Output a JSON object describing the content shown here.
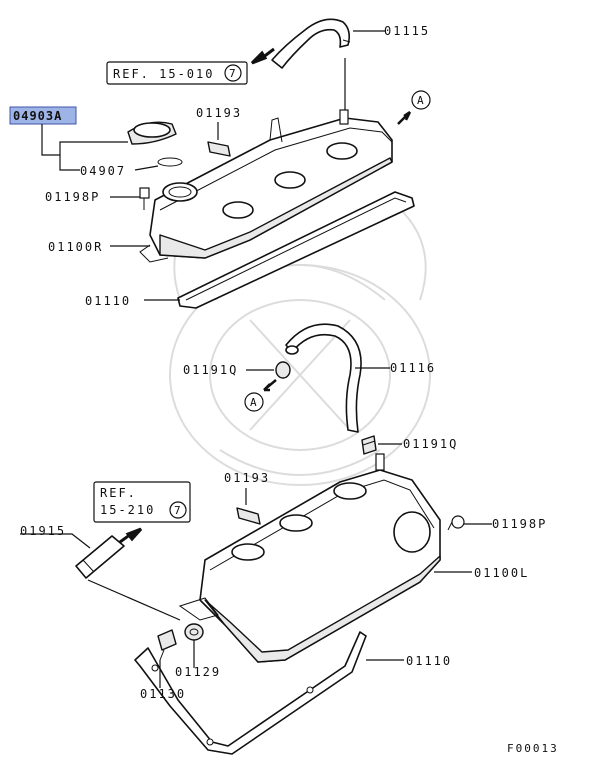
{
  "highlight_label": "04903A",
  "labels": {
    "p01115": "01115",
    "p01193_top": "01193",
    "p04907": "04907",
    "p01198p_top": "01198P",
    "p01100r": "01100R",
    "p01110_top": "01110",
    "p01191q_left": "01191Q",
    "p01116": "01116",
    "p01191q_right": "01191Q",
    "p01193_bottom": "01193",
    "p01198p_bottom": "01198P",
    "p01915": "01915",
    "p01100l": "01100L",
    "p01129": "01129",
    "p01110_bottom": "01110",
    "p01130": "01130"
  },
  "refs": {
    "top_text": "REF. 15-010",
    "top_circle": "7",
    "bottom_line1": "REF.",
    "bottom_line2": "15-210",
    "bottom_circle": "7"
  },
  "connectors": {
    "a_top": "A",
    "a_mid": "A"
  },
  "figure_code": "F00013",
  "colors": {
    "highlight_fill": "#9fb4e6",
    "highlight_border": "#3d55a8"
  }
}
